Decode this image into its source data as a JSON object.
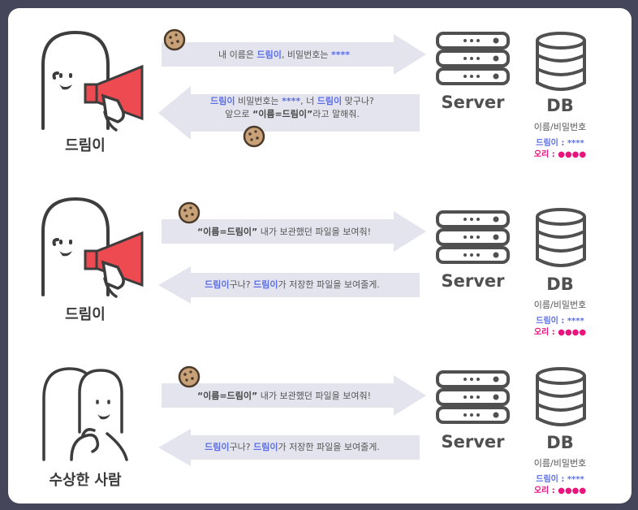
{
  "rows": [
    {
      "person": "드림이",
      "request": {
        "parts": [
          {
            "t": "내 이름은 ",
            "c": ""
          },
          {
            "t": "드림이",
            "c": "hl"
          },
          {
            "t": ", 비밀번호는 ",
            "c": ""
          },
          {
            "t": "****",
            "c": "hl"
          }
        ]
      },
      "response_line1": {
        "parts": [
          {
            "t": "드림이",
            "c": "hl"
          },
          {
            "t": " 비밀번호는 ",
            "c": ""
          },
          {
            "t": "****",
            "c": "hl"
          },
          {
            "t": ", 너 ",
            "c": ""
          },
          {
            "t": "드림이",
            "c": "hl"
          },
          {
            "t": " 맞구나?",
            "c": ""
          }
        ]
      },
      "response_line2": {
        "parts": [
          {
            "t": "앞으로 ",
            "c": ""
          },
          {
            "t": "“이름=드림이”",
            "c": "q"
          },
          {
            "t": "라고 말해줘.",
            "c": ""
          }
        ]
      }
    },
    {
      "person": "드림이",
      "request": {
        "parts": [
          {
            "t": "“이름=드림이”",
            "c": "q"
          },
          {
            "t": " 내가 보관했던 파일을 보여줘!",
            "c": ""
          }
        ]
      },
      "response_line1": {
        "parts": [
          {
            "t": "드림이",
            "c": "hl"
          },
          {
            "t": "구나? ",
            "c": ""
          },
          {
            "t": "드림이",
            "c": "hl"
          },
          {
            "t": "가 저장한 파일을 보여줄게.",
            "c": ""
          }
        ]
      }
    },
    {
      "person": "수상한 사람",
      "request": {
        "parts": [
          {
            "t": "“이름=드림이”",
            "c": "q"
          },
          {
            "t": " 내가 보관했던 파일을 보여줘!",
            "c": ""
          }
        ]
      },
      "response_line1": {
        "parts": [
          {
            "t": "드림이",
            "c": "hl"
          },
          {
            "t": "구나? ",
            "c": ""
          },
          {
            "t": "드림이",
            "c": "hl"
          },
          {
            "t": "가 저장한 파일을 보여줄게.",
            "c": ""
          }
        ]
      }
    }
  ],
  "server_label": "Server",
  "db": {
    "title": "DB",
    "subtitle": "이름/비밀번호",
    "entry1_name": "드림이",
    "entry1_sep": " : ",
    "entry1_value": "****",
    "entry2_name": "오리",
    "entry2_sep": " : ",
    "entry2_value": "●●●●"
  },
  "colors": {
    "arrow": "#e4e4ef",
    "highlight": "#5b6ee6",
    "db_pink": "#e8157c",
    "megaphone": "#ee4a52",
    "cookie": "#c8a178"
  }
}
